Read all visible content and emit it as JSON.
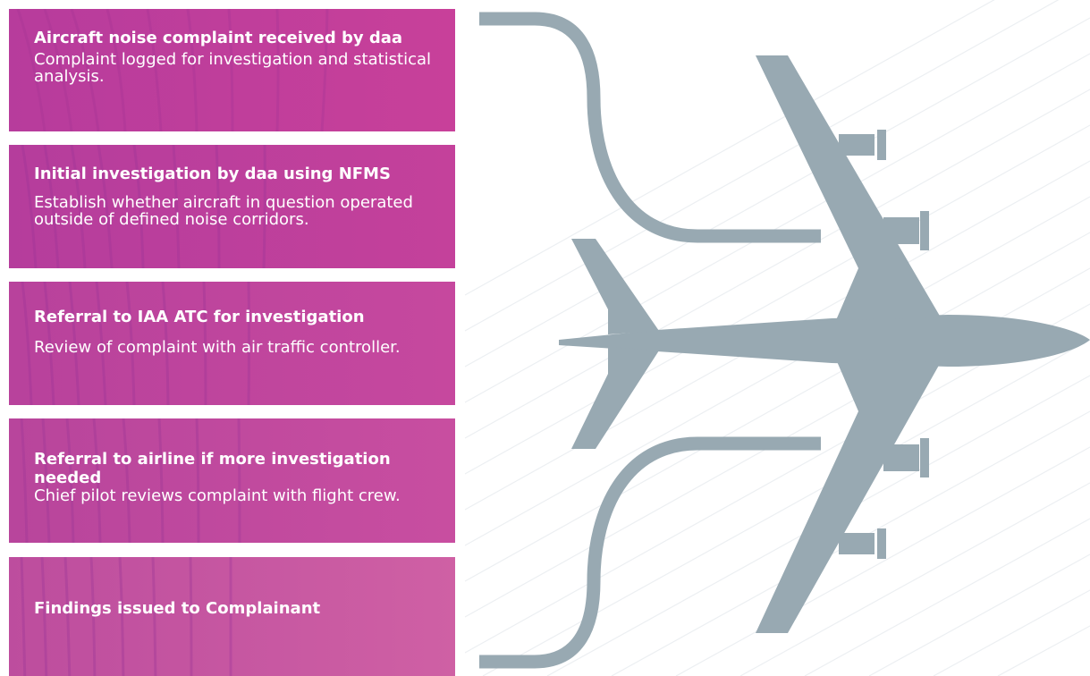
{
  "steps": [
    {
      "title": "Aircraft noise complaint received by daa",
      "description": "Complaint logged for investigation and statistical analysis."
    },
    {
      "title": "Initial investigation by daa using NFMS",
      "description": "Establish whether aircraft in question operated outside of defined noise corridors."
    },
    {
      "title": "Referral to IAA ATC for investigation",
      "description": "Review of complaint with air traffic controller."
    },
    {
      "title": "Referral to airline if more investigation needed",
      "description": "Chief pilot reviews complaint with flight crew."
    },
    {
      "title": "Findings issued to Complainant",
      "description": ""
    }
  ],
  "colors": {
    "box_magenta": "#c0409b",
    "plane_grey": "#98a9b2",
    "background_lines": "#e9edf0"
  },
  "icons": {
    "aircraft": "airplane-top-view-icon"
  }
}
